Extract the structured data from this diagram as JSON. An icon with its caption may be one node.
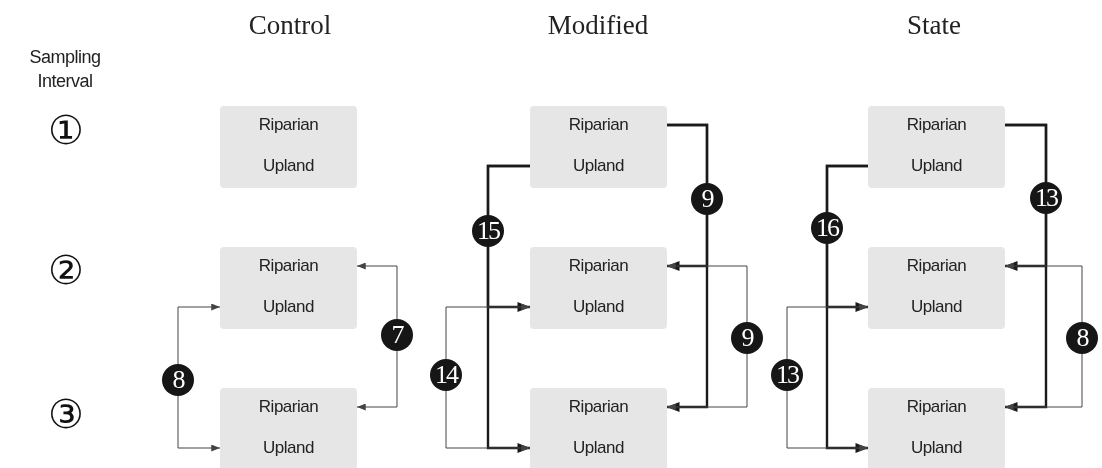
{
  "diagram": {
    "nodes": [
      {
        "text": [
          "Riparian",
          "Upland"
        ]
      },
      {
        "text": [
          "Riparian",
          "Upland"
        ]
      },
      {
        "text": [
          "Riparian",
          "Upland"
        ]
      },
      {
        "text": [
          "Riparian",
          "Upland"
        ]
      },
      {
        "text": [
          "Riparian",
          "Upland"
        ]
      },
      {
        "text": [
          "Riparian",
          "Upland"
        ]
      },
      {
        "text": [
          "Riparian",
          "Upland"
        ]
      },
      {
        "text": [
          "Riparian",
          "Upland"
        ]
      },
      {
        "text": [
          "Riparian",
          "Upland"
        ]
      }
    ],
    "edges": [
      {
        "from": 1,
        "to": 2,
        "arrow": "both",
        "label": "8",
        "color": "#444444"
      },
      {
        "from": 1,
        "to": 2,
        "arrow": "both",
        "label": "7",
        "color": "#444444"
      },
      {
        "from": 3,
        "to": 4,
        "arrow": "to",
        "label": "15"
      },
      {
        "from": 3,
        "to": 5,
        "arrow": "to"
      },
      {
        "from": 3,
        "to": 4,
        "arrow": "to",
        "label": "9"
      },
      {
        "from": 3,
        "to": 5,
        "arrow": "to"
      },
      {
        "from": 4,
        "to": 5,
        "arrow": "both",
        "label": "14",
        "color": "#444444"
      },
      {
        "from": 4,
        "to": 5,
        "arrow": "both",
        "label": "9",
        "color": "#444444"
      },
      {
        "from": 6,
        "to": 7,
        "arrow": "to",
        "label": "16"
      },
      {
        "from": 6,
        "to": 8,
        "arrow": "to"
      },
      {
        "from": 6,
        "to": 7,
        "arrow": "to",
        "label": "13"
      },
      {
        "from": 6,
        "to": 8,
        "arrow": "to"
      },
      {
        "from": 7,
        "to": 8,
        "arrow": "both",
        "label": "13",
        "color": "#444444"
      },
      {
        "from": 7,
        "to": 8,
        "arrow": "both",
        "label": "8",
        "color": "#444444"
      }
    ],
    "labels": [
      "Control",
      "Modified",
      "State",
      "Sampling Interval",
      "①",
      "②",
      "③"
    ]
  }
}
